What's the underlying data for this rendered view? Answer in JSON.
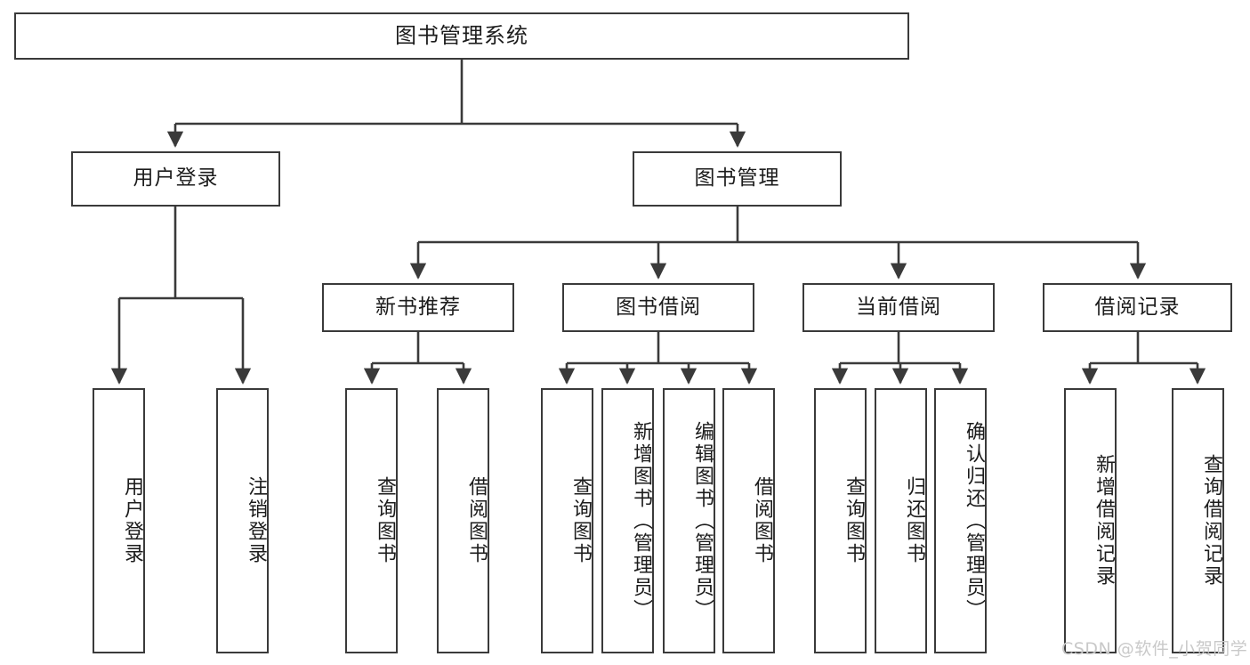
{
  "diagram": {
    "title": "图书管理系统",
    "type": "功能结构图",
    "stroke_color": "#3a3a3a",
    "text_color": "#1c1c1c",
    "background_color": "#ffffff"
  },
  "root": {
    "label": "图书管理系统"
  },
  "level2": [
    {
      "id": "user-login",
      "label": "用户登录"
    },
    {
      "id": "book-management",
      "label": "图书管理"
    }
  ],
  "level3": [
    {
      "id": "new-book-recommend",
      "label": "新书推荐"
    },
    {
      "id": "book-borrow",
      "label": "图书借阅"
    },
    {
      "id": "current-borrow",
      "label": "当前借阅"
    },
    {
      "id": "borrow-record",
      "label": "借阅记录"
    }
  ],
  "leaves": {
    "user_login": [
      {
        "id": "leaf-user-login",
        "label": "用户登录"
      },
      {
        "id": "leaf-logout-login",
        "label": "注销登录"
      }
    ],
    "new_book_recommend": [
      {
        "id": "leaf-query-book-1",
        "label": "查询图书"
      },
      {
        "id": "leaf-borrow-book-1",
        "label": "借阅图书"
      }
    ],
    "book_borrow": [
      {
        "id": "leaf-query-book-2",
        "label": "查询图书"
      },
      {
        "id": "leaf-add-book",
        "label": "新增图书（管理员）"
      },
      {
        "id": "leaf-edit-book",
        "label": "编辑图书（管理员）"
      },
      {
        "id": "leaf-borrow-book-2",
        "label": "借阅图书"
      }
    ],
    "current_borrow": [
      {
        "id": "leaf-query-book-3",
        "label": "查询图书"
      },
      {
        "id": "leaf-return-book",
        "label": "归还图书"
      },
      {
        "id": "leaf-confirm-return",
        "label": "确认归还（管理员）"
      }
    ],
    "borrow_record": [
      {
        "id": "leaf-add-record",
        "label": "新增借阅记录"
      },
      {
        "id": "leaf-query-record",
        "label": "查询借阅记录"
      }
    ]
  },
  "watermark": {
    "text": "CSDN @软件_小贺同学"
  }
}
